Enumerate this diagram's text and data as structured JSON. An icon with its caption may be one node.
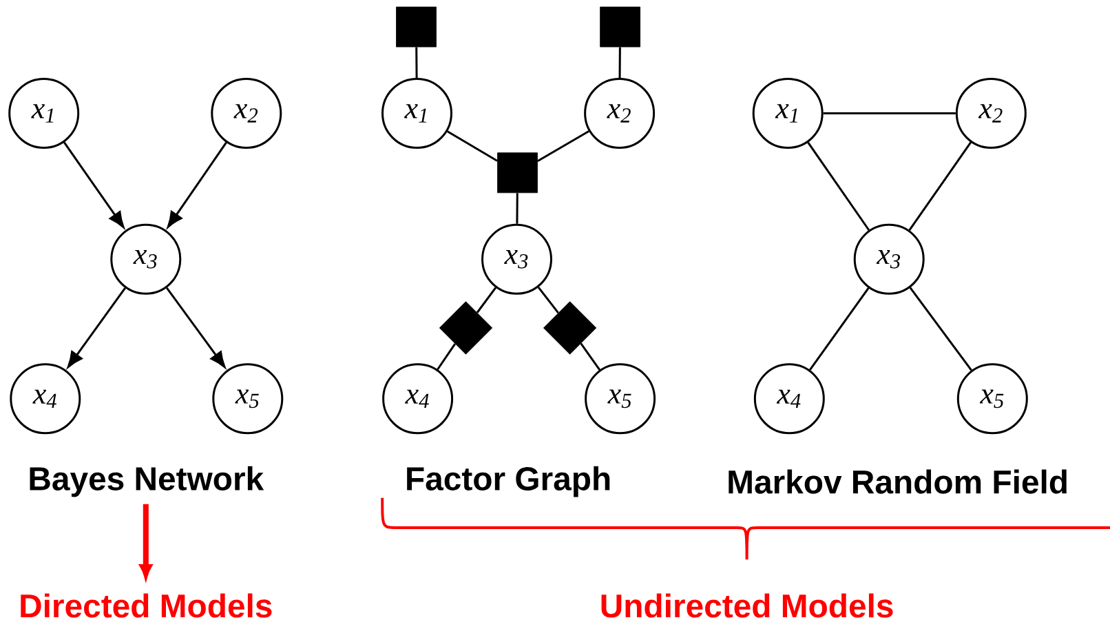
{
  "diagram": {
    "nodes": [
      {
        "text": [
          "x$_{1}$"
        ]
      },
      {
        "text": [
          "x$_{2}$"
        ]
      },
      {
        "text": [
          "x$_{3}$"
        ]
      },
      {
        "text": [
          "x$_{4}$"
        ]
      },
      {
        "text": [
          "x$_{5}$"
        ]
      },
      {
        "text": [],
        "shape": "box"
      },
      {
        "text": [],
        "shape": "box"
      },
      {
        "text": [
          "x$_{1}$"
        ]
      },
      {
        "text": [
          "x$_{2}$"
        ]
      },
      {
        "text": [],
        "shape": "box"
      },
      {
        "text": [
          "x$_{3}$"
        ]
      },
      {
        "text": [],
        "shape": "diamond"
      },
      {
        "text": [],
        "shape": "diamond"
      },
      {
        "text": [
          "x$_{4}$"
        ]
      },
      {
        "text": [
          "x$_{5}$"
        ]
      },
      {
        "text": [
          "x$_{1}$"
        ]
      },
      {
        "text": [
          "x$_{2}$"
        ]
      },
      {
        "text": [
          "x$_{3}$"
        ]
      },
      {
        "text": [
          "x$_{4}$"
        ]
      },
      {
        "text": [
          "x$_{5}$"
        ]
      },
      {
        "text": [
          "Bayes Network"
        ]
      },
      {
        "text": [
          "Directed Models"
        ]
      }
    ],
    "edges": [
      {
        "from": 0,
        "to": 2,
        "arrow": "to"
      },
      {
        "from": 1,
        "to": 2,
        "arrow": "to"
      },
      {
        "from": 2,
        "to": 3,
        "arrow": "to"
      },
      {
        "from": 2,
        "to": 4,
        "arrow": "to"
      },
      {
        "from": 5,
        "to": 7,
        "arrow": "none"
      },
      {
        "from": 6,
        "to": 8,
        "arrow": "none"
      },
      {
        "from": 7,
        "to": 9,
        "arrow": "none"
      },
      {
        "from": 8,
        "to": 9,
        "arrow": "none"
      },
      {
        "from": 9,
        "to": 10,
        "arrow": "none"
      },
      {
        "from": 10,
        "to": 11,
        "arrow": "none"
      },
      {
        "from": 10,
        "to": 12,
        "arrow": "none"
      },
      {
        "from": 11,
        "to": 13,
        "arrow": "none"
      },
      {
        "from": 12,
        "to": 14,
        "arrow": "none"
      },
      {
        "from": 15,
        "to": 16,
        "arrow": "none"
      },
      {
        "from": 15,
        "to": 17,
        "arrow": "none"
      },
      {
        "from": 16,
        "to": 17,
        "arrow": "none"
      },
      {
        "from": 17,
        "to": 18,
        "arrow": "none"
      },
      {
        "from": 17,
        "to": 19,
        "arrow": "none"
      },
      {
        "from": 20,
        "to": 21,
        "arrow": "to",
        "style": "thick",
        "color": "#ff0000"
      }
    ],
    "labels": [
      "Factor Graph",
      "Markov Random Field",
      "Undirected Models"
    ]
  }
}
